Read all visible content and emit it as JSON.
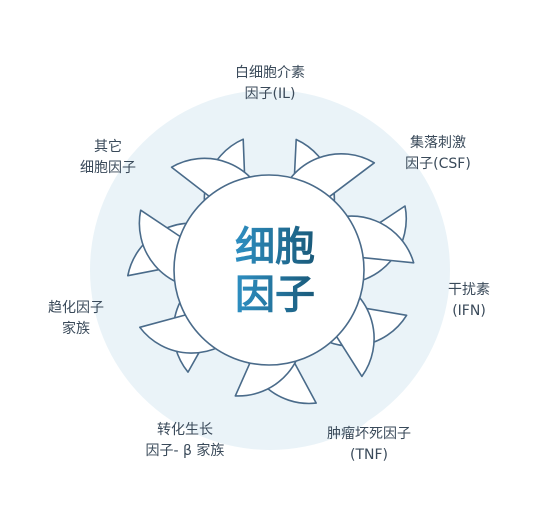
{
  "center": {
    "line1": "细胞",
    "line2": "因子"
  },
  "petals": [
    {
      "line1": "白细胞介素",
      "line2": "因子(IL)"
    },
    {
      "line1": "集落刺激",
      "line2": "因子(CSF)"
    },
    {
      "line1": "干扰素",
      "line2": "(IFN)"
    },
    {
      "line1": "肿瘤坏死因子",
      "line2": "(TNF)"
    },
    {
      "line1": "转化生长",
      "line2": "因子- β 家族"
    },
    {
      "line1": "趋化因子",
      "line2": "家族"
    },
    {
      "line1": "其它",
      "line2": "细胞因子"
    }
  ],
  "colors": {
    "stroke": "#4a6b8a",
    "halo": "#eaf3f8",
    "center_gradient_start": "#2e8fc2",
    "center_gradient_end": "#1a5a7a",
    "text": "#3a4a5a"
  }
}
